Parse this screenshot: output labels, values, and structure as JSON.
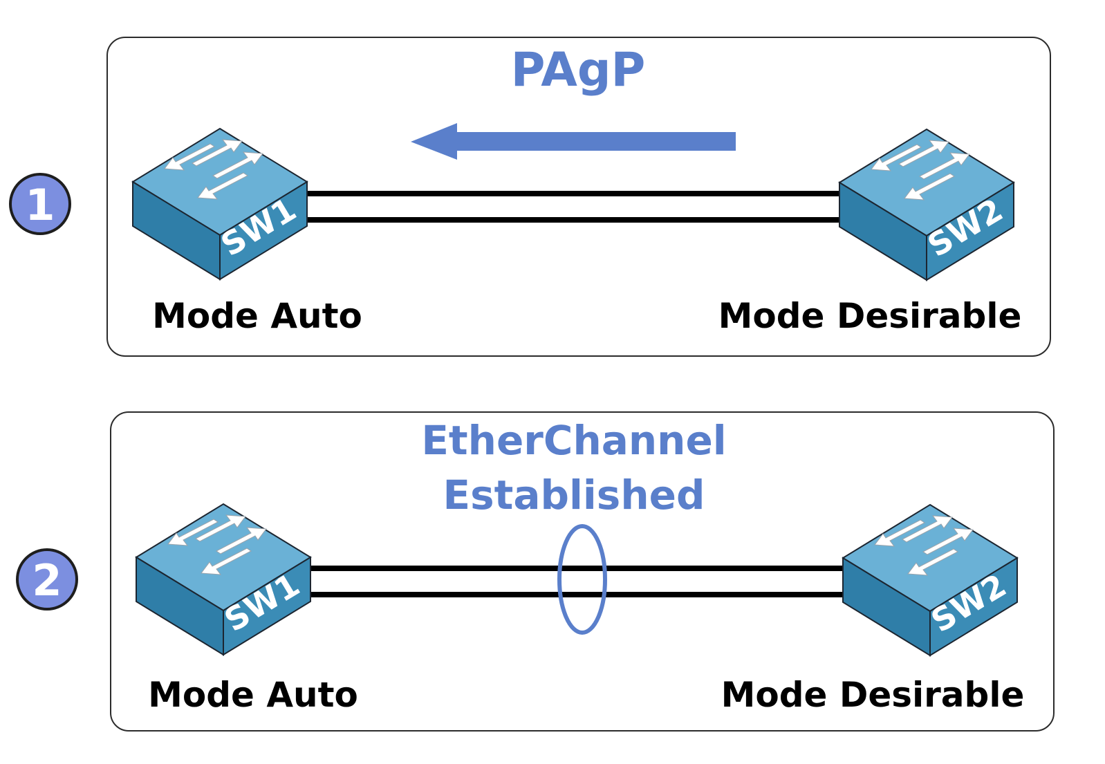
{
  "colors": {
    "accent": "#5a7fcb",
    "badge_fill": "#7c8fe0",
    "switch_top": "#6aaed3",
    "switch_front": "#3a8ab4",
    "switch_side": "#276f98",
    "text": "#000000"
  },
  "panels": [
    {
      "step_number": "1",
      "title": "PAgP",
      "left_switch": {
        "name": "SW1",
        "mode_label": "Mode Auto",
        "icon": "switch-icon"
      },
      "right_switch": {
        "name": "SW2",
        "mode_label": "Mode Desirable",
        "icon": "switch-icon"
      },
      "indicator": "arrow-left-icon"
    },
    {
      "step_number": "2",
      "title_line1": "EtherChannel",
      "title_line2": "Established",
      "left_switch": {
        "name": "SW1",
        "mode_label": "Mode Auto",
        "icon": "switch-icon"
      },
      "right_switch": {
        "name": "SW2",
        "mode_label": "Mode Desirable",
        "icon": "switch-icon"
      },
      "indicator": "bundle-ellipse-icon"
    }
  ]
}
